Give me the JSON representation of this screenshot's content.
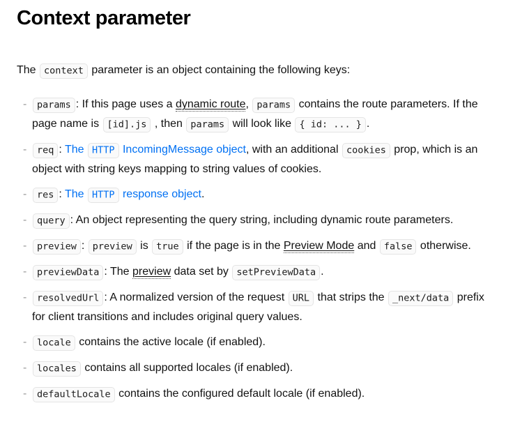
{
  "page": {
    "title": "Context parameter"
  },
  "colors": {
    "link": "#0070f3",
    "text": "#111111",
    "code_bg": "#fafafa",
    "code_border": "#e4e4e4",
    "marker": "#999999"
  },
  "intro": {
    "segments": [
      {
        "t": "text",
        "v": "The "
      },
      {
        "t": "code",
        "v": "context"
      },
      {
        "t": "text",
        "v": " parameter is an object containing the following keys:"
      }
    ]
  },
  "list": {
    "items": [
      {
        "key": "params",
        "segments": [
          {
            "t": "code",
            "v": "params"
          },
          {
            "t": "text",
            "v": ": If this page uses a "
          },
          {
            "t": "dotted",
            "v": "dynamic route"
          },
          {
            "t": "text",
            "v": ", "
          },
          {
            "t": "code",
            "v": "params"
          },
          {
            "t": "text",
            "v": " contains the route parameters. If the page name is "
          },
          {
            "t": "code",
            "v": "[id].js"
          },
          {
            "t": "text",
            "v": " , then "
          },
          {
            "t": "code",
            "v": "params"
          },
          {
            "t": "text",
            "v": " will look like "
          },
          {
            "t": "code",
            "v": "{ id: ... }"
          },
          {
            "t": "text",
            "v": "."
          }
        ]
      },
      {
        "key": "req",
        "segments": [
          {
            "t": "code",
            "v": "req"
          },
          {
            "t": "text",
            "v": ": "
          },
          {
            "t": "link",
            "v": "The "
          },
          {
            "t": "link_code",
            "v": "HTTP"
          },
          {
            "t": "link",
            "v": " IncomingMessage object"
          },
          {
            "t": "text",
            "v": ", with an additional "
          },
          {
            "t": "code",
            "v": "cookies"
          },
          {
            "t": "text",
            "v": " prop, which is an object with string keys mapping to string values of cookies."
          }
        ]
      },
      {
        "key": "res",
        "segments": [
          {
            "t": "code",
            "v": "res"
          },
          {
            "t": "text",
            "v": ": "
          },
          {
            "t": "link",
            "v": "The "
          },
          {
            "t": "link_code",
            "v": "HTTP"
          },
          {
            "t": "link",
            "v": " response object"
          },
          {
            "t": "text",
            "v": "."
          }
        ]
      },
      {
        "key": "query",
        "segments": [
          {
            "t": "code",
            "v": "query"
          },
          {
            "t": "text",
            "v": ": An object representing the query string, including dynamic route parameters."
          }
        ]
      },
      {
        "key": "preview",
        "segments": [
          {
            "t": "code",
            "v": "preview"
          },
          {
            "t": "text",
            "v": ": "
          },
          {
            "t": "code",
            "v": "preview"
          },
          {
            "t": "text",
            "v": " is "
          },
          {
            "t": "code",
            "v": "true"
          },
          {
            "t": "text",
            "v": " if the page is in the "
          },
          {
            "t": "dotted",
            "v": "Preview Mode"
          },
          {
            "t": "text",
            "v": " and "
          },
          {
            "t": "code",
            "v": "false"
          },
          {
            "t": "text",
            "v": " otherwise."
          }
        ]
      },
      {
        "key": "previewData",
        "segments": [
          {
            "t": "code",
            "v": "previewData"
          },
          {
            "t": "text",
            "v": ": The "
          },
          {
            "t": "dotted",
            "v": "preview"
          },
          {
            "t": "text",
            "v": " data set by "
          },
          {
            "t": "code",
            "v": "setPreviewData"
          },
          {
            "t": "text",
            "v": "."
          }
        ]
      },
      {
        "key": "resolvedUrl",
        "segments": [
          {
            "t": "code",
            "v": "resolvedUrl"
          },
          {
            "t": "text",
            "v": ": A normalized version of the request "
          },
          {
            "t": "code",
            "v": "URL"
          },
          {
            "t": "text",
            "v": " that strips the "
          },
          {
            "t": "code",
            "v": "_next/data"
          },
          {
            "t": "text",
            "v": " prefix for client transitions and includes original query values."
          }
        ]
      },
      {
        "key": "locale",
        "segments": [
          {
            "t": "code",
            "v": "locale"
          },
          {
            "t": "text",
            "v": " contains the active locale (if enabled)."
          }
        ]
      },
      {
        "key": "locales",
        "segments": [
          {
            "t": "code",
            "v": "locales"
          },
          {
            "t": "text",
            "v": " contains all supported locales (if enabled)."
          }
        ]
      },
      {
        "key": "defaultLocale",
        "segments": [
          {
            "t": "code",
            "v": "defaultLocale"
          },
          {
            "t": "text",
            "v": " contains the configured default locale (if enabled)."
          }
        ]
      }
    ]
  }
}
